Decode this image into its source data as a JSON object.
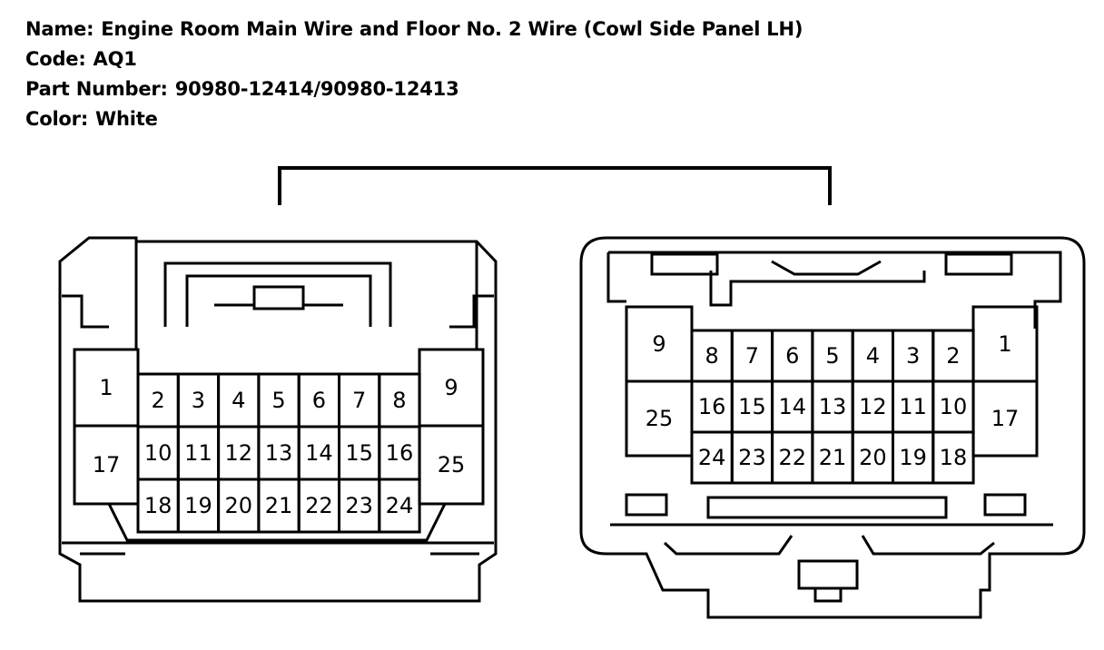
{
  "header": {
    "name_label": "Name:",
    "name_value": "Engine Room Main Wire and Floor No. 2 Wire (Cowl Side Panel LH)",
    "code_label": "Code:",
    "code_value": "AQ1",
    "part_label": "Part Number:",
    "part_value": "90980-12414/90980-12413",
    "color_label": "Color:",
    "color_value": "White"
  },
  "left_connector": {
    "pins": [
      "1",
      "2",
      "3",
      "4",
      "5",
      "6",
      "7",
      "8",
      "9",
      "10",
      "11",
      "12",
      "13",
      "14",
      "15",
      "16",
      "17",
      "18",
      "19",
      "20",
      "21",
      "22",
      "23",
      "24",
      "25"
    ]
  },
  "right_connector": {
    "pins": [
      "1",
      "2",
      "3",
      "4",
      "5",
      "6",
      "7",
      "8",
      "9",
      "10",
      "11",
      "12",
      "13",
      "14",
      "15",
      "16",
      "17",
      "18",
      "19",
      "20",
      "21",
      "22",
      "23",
      "24",
      "25"
    ]
  },
  "colors": {
    "line": "#000000",
    "background": "#ffffff"
  }
}
